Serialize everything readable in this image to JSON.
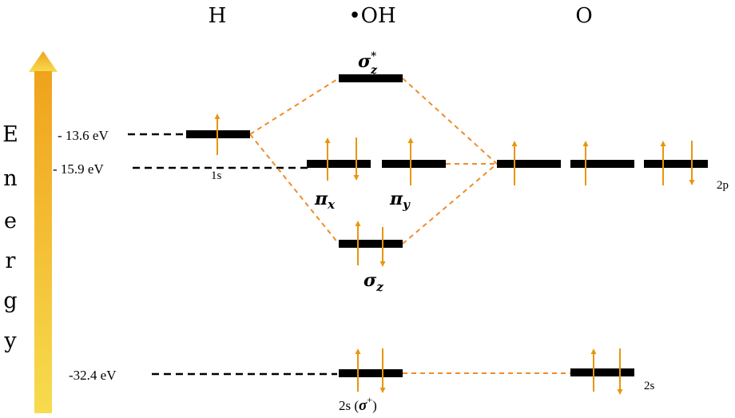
{
  "headers": {
    "left": "H",
    "middle": "•OH",
    "right": "O"
  },
  "axis_label": [
    "E",
    "n",
    "e",
    "r",
    "g",
    "y"
  ],
  "energies": {
    "h1s": "- 13.6 eV",
    "o2p": "- 15.9 eV",
    "o2s": "-32.4 eV"
  },
  "orbital_labels": {
    "h_1s": "1s",
    "o_2p": "2p",
    "o_2s": "2s",
    "sigma_star": "σ",
    "sigma_star_sup": "*",
    "sigma_star_sub": "z",
    "pi_x": "π",
    "pi_x_sub": "x",
    "pi_y": "π",
    "pi_y_sub": "y",
    "sigma_z": "σ",
    "sigma_z_sub": "z",
    "sigma_plus_prefix": "2s (",
    "sigma_plus": "σ",
    "sigma_plus_sup": "+",
    "sigma_plus_suffix": ")"
  },
  "colors": {
    "level": "#000000",
    "electron": "#e8960f",
    "connector": "#ef8c2a",
    "arrow_top": "#f0a21c",
    "arrow_bottom": "#f7dc4e"
  }
}
